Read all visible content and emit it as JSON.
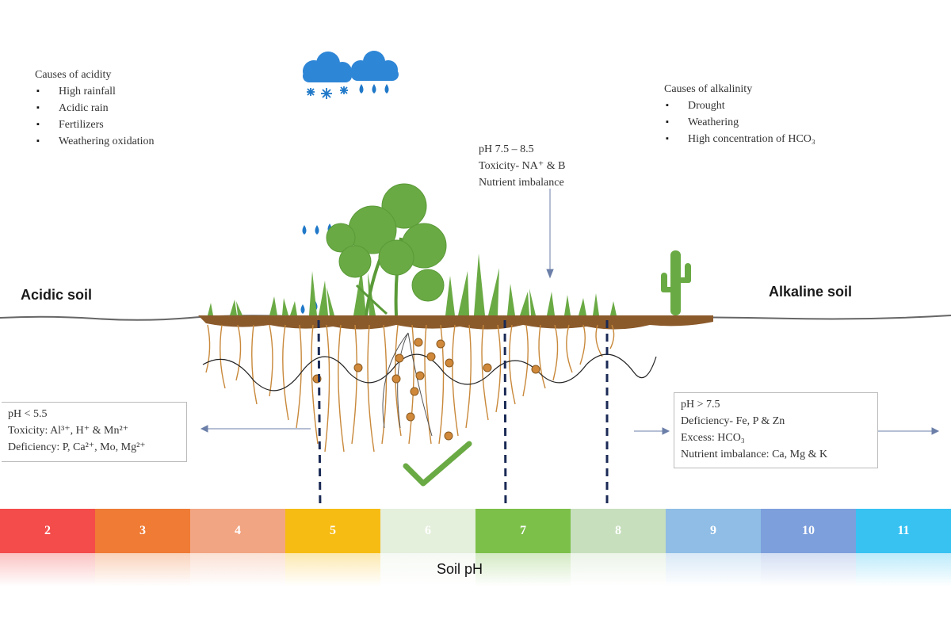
{
  "acidity": {
    "title": "Causes of acidity",
    "items": [
      "High rainfall",
      "Acidic rain",
      "Fertilizers",
      "Weathering oxidation"
    ]
  },
  "alkalinity": {
    "title": "Causes of alkalinity",
    "items": [
      "Drought",
      "Weathering",
      "High concentration of HCO₃"
    ]
  },
  "neutral_note": {
    "line1": "pH 7.5 – 8.5",
    "line2": "Toxicity- NA⁺ & B",
    "line3": "Nutrient imbalance"
  },
  "acidic_soil_label": "Acidic soil",
  "alkaline_soil_label": "Alkaline soil",
  "acidic_box": {
    "line1": "pH < 5.5",
    "line2": "Toxicity: Al³⁺, H⁺ & Mn²⁺",
    "line3": "Deficiency: P, Ca²⁺, Mo, Mg²⁺"
  },
  "alkaline_box": {
    "line1": "pH > 7.5",
    "line2": "Deficiency- Fe, P & Zn",
    "line3": "Excess: HCO₃",
    "line4": "Nutrient imbalance: Ca, Mg & K"
  },
  "ph_scale": {
    "labels": [
      "2",
      "3",
      "4",
      "5",
      "6",
      "7",
      "8",
      "9",
      "10",
      "11"
    ],
    "colors": [
      "#f44b4b",
      "#ef7b35",
      "#f2a582",
      "#f7bc13",
      "#e4efdc",
      "#7cc04a",
      "#c7dfbd",
      "#8fbde5",
      "#7d9fdc",
      "#37c2f2"
    ],
    "title": "Soil pH"
  },
  "colors": {
    "soil": "#8b5a2b",
    "plant": "#6aaa44",
    "root": "#c8883a",
    "rain": "#1f78c8"
  }
}
